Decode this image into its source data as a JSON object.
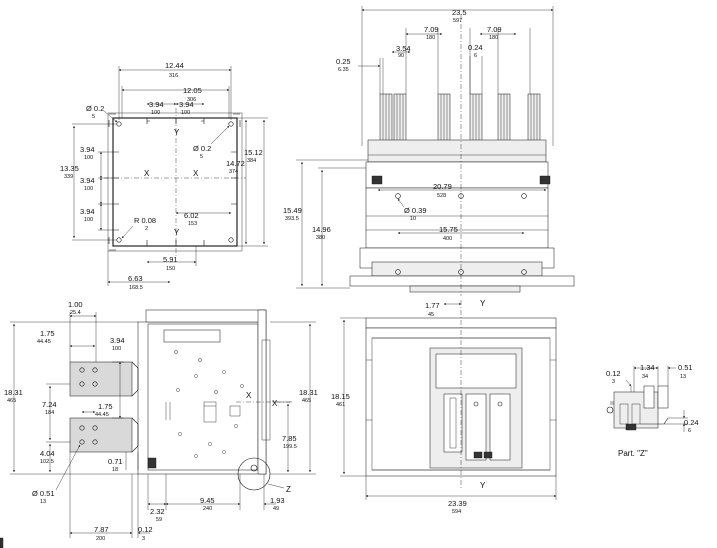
{
  "dims": {
    "d1": {
      "in": "12.44",
      "mm": "316"
    },
    "d2": {
      "in": "12.05",
      "mm": "306"
    },
    "d3": {
      "in": "3.94",
      "mm": "100"
    },
    "d4": {
      "in": "3.94",
      "mm": "100"
    },
    "d5": {
      "in": "Ø 0.2",
      "mm": "5"
    },
    "d6": {
      "in": "Ø 0.2",
      "mm": "5"
    },
    "d7": {
      "in": "13.35",
      "mm": "339"
    },
    "d8": {
      "in": "3.94",
      "mm": "100"
    },
    "d9": {
      "in": "3.94",
      "mm": "100"
    },
    "d10": {
      "in": "3.94",
      "mm": "100"
    },
    "d11": {
      "in": "14.72",
      "mm": "374"
    },
    "d12": {
      "in": "15.12",
      "mm": "384"
    },
    "d13": {
      "in": "R 0.08",
      "mm": "2"
    },
    "d14": {
      "in": "6.02",
      "mm": "153"
    },
    "d15": {
      "in": "5.91",
      "mm": "150"
    },
    "d16": {
      "in": "6.63",
      "mm": "168.5"
    },
    "d17": {
      "in": "23.5",
      "mm": "597"
    },
    "d18": {
      "in": "0.25",
      "mm": "6.35"
    },
    "d19": {
      "in": "7.09",
      "mm": "180"
    },
    "d20": {
      "in": "7.09",
      "mm": "180"
    },
    "d21": {
      "in": "3.54",
      "mm": "90"
    },
    "d22": {
      "in": "0.24",
      "mm": "6"
    },
    "d23": {
      "in": "20.79",
      "mm": "528"
    },
    "d24": {
      "in": "Ø 0.39",
      "mm": "10"
    },
    "d25": {
      "in": "15.75",
      "mm": "400"
    },
    "d26": {
      "in": "15.49",
      "mm": "393.5"
    },
    "d27": {
      "in": "14.96",
      "mm": "380"
    },
    "d28": {
      "in": "1.77",
      "mm": "45"
    },
    "d29": {
      "in": "1.00",
      "mm": "25.4"
    },
    "d30": {
      "in": "1.75",
      "mm": "44.45"
    },
    "d31": {
      "in": "3.94",
      "mm": "100"
    },
    "d32": {
      "in": "18.31",
      "mm": "465"
    },
    "d33": {
      "in": "7.24",
      "mm": "184"
    },
    "d34": {
      "in": "1.75",
      "mm": "44.45"
    },
    "d35": {
      "in": "4.04",
      "mm": "102.5"
    },
    "d36": {
      "in": "0.71",
      "mm": "18"
    },
    "d37": {
      "in": "Ø 0.51",
      "mm": "13"
    },
    "d38": {
      "in": "18.31",
      "mm": "465"
    },
    "d39": {
      "in": "7.85",
      "mm": "199.5"
    },
    "d40": {
      "in": "2.32",
      "mm": "59"
    },
    "d41": {
      "in": "9.45",
      "mm": "240"
    },
    "d42": {
      "in": "1.93",
      "mm": "49"
    },
    "d43": {
      "in": "7.87",
      "mm": "200"
    },
    "d44": {
      "in": "0.12",
      "mm": "3"
    },
    "d45": {
      "in": "18.15",
      "mm": "461"
    },
    "d46": {
      "in": "23.39",
      "mm": "594"
    },
    "d47": {
      "in": "0.12",
      "mm": "3"
    },
    "d48": {
      "in": "1.34",
      "mm": "34"
    },
    "d49": {
      "in": "0.51",
      "mm": "13"
    },
    "d50": {
      "in": "0.24",
      "mm": "6"
    }
  },
  "labels": {
    "x1": "X",
    "x2": "X",
    "y1": "Y",
    "y2": "Y",
    "y3": "Y",
    "y4": "Y",
    "x3": "X",
    "x4": "X",
    "z": "Z",
    "part_z": "Part. \"Z\""
  }
}
